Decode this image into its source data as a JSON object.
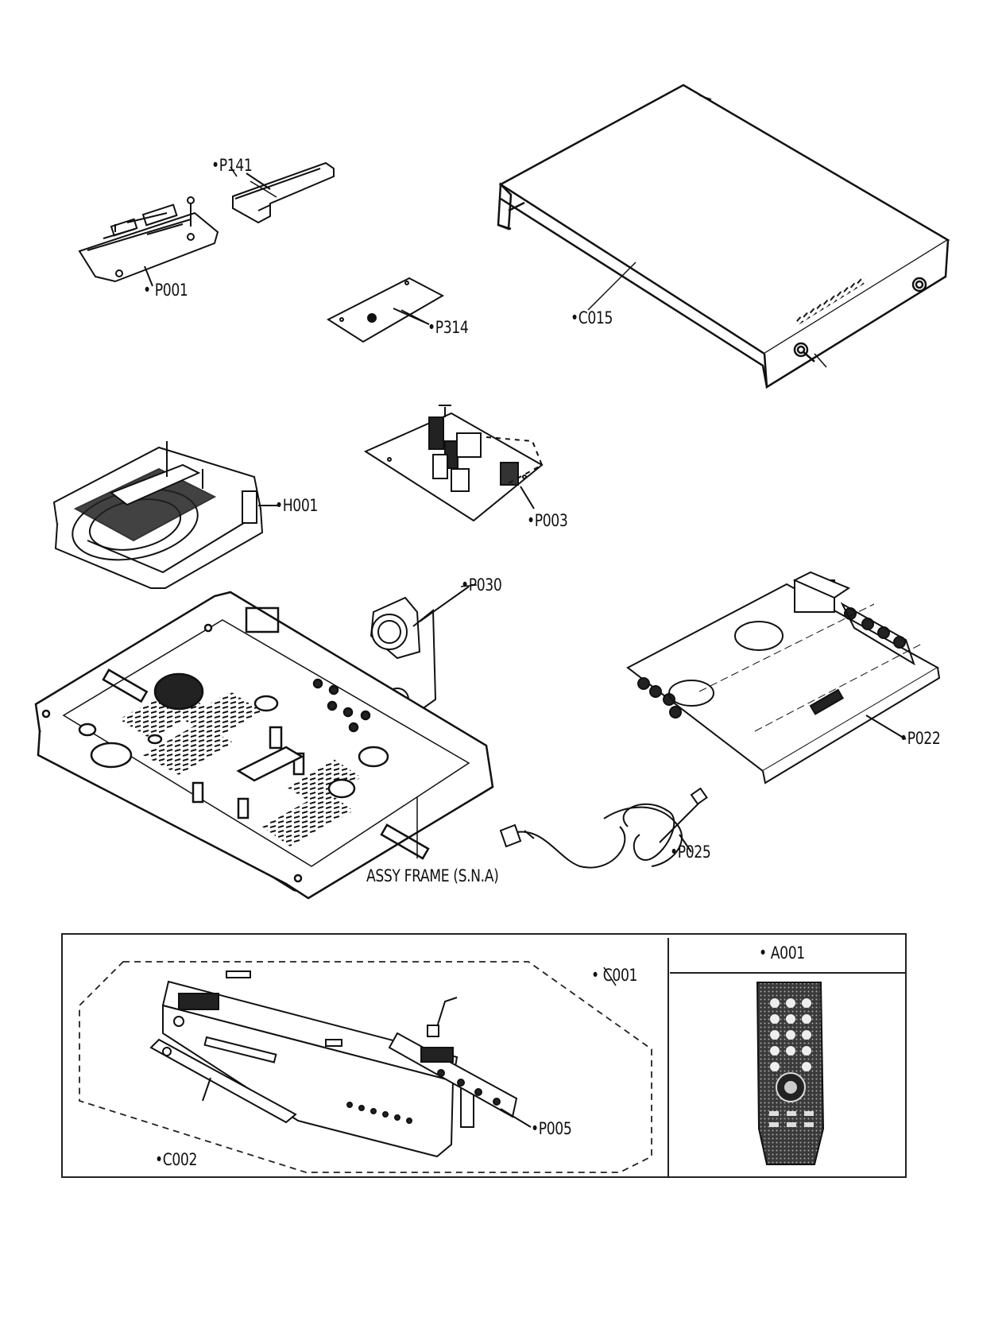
{
  "labels": {
    "p141": "•P141",
    "p001": "• P001",
    "p314": "•P314",
    "c015": "•C015",
    "h001": "•H001",
    "p003": "•P003",
    "p030": "•P030",
    "p022": "•P022",
    "assy_frame": "ASSY FRAME (S.N.A)",
    "p025": "•P025",
    "c001": "• C001",
    "a001": "• A001",
    "c002": "•C002",
    "p005": "•P005"
  }
}
